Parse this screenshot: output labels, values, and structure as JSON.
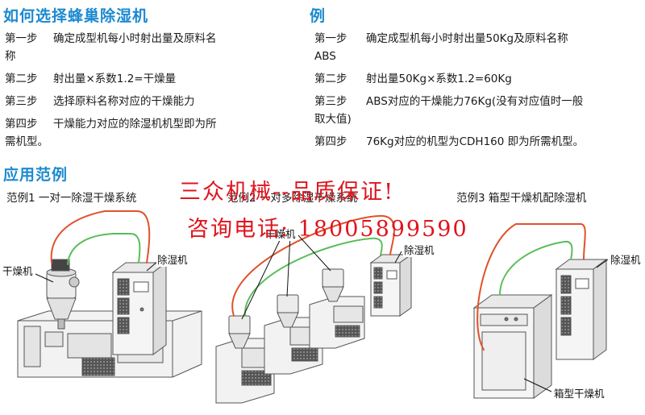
{
  "left": {
    "heading": "如何选择蜂巢除湿机",
    "steps": [
      {
        "label": "第一步",
        "line1": "确定成型机每小时射出量及原料名",
        "line2": "称"
      },
      {
        "label": "第二步",
        "line1": "射出量×系数1.2=干燥量"
      },
      {
        "label": "第三步",
        "line1": "选择原料名称对应的干燥能力"
      },
      {
        "label": "第四步",
        "line1": "干燥能力对应的除湿机机型即为所",
        "line2": "需机型。"
      }
    ]
  },
  "right": {
    "heading": "例",
    "steps": [
      {
        "label": "第一步",
        "line1": "确定成型机每小时射出量50Kg及原料名称",
        "line2": "ABS"
      },
      {
        "label": "第二步",
        "line1": "射出量50Kg×系数1.2=60Kg"
      },
      {
        "label": "第三步",
        "line1": "ABS对应的干燥能力76Kg(没有对应值时一般",
        "line2": "取大值)"
      },
      {
        "label": "第四步",
        "line1": "76Kg对应的机型为CDH160  即为所需机型。"
      }
    ]
  },
  "application": {
    "heading": "应用范例",
    "example1": "范例1  一对一除湿干燥系统",
    "example2": "范例2  一对多除湿干燥系统",
    "example3": "范例3  箱型干燥机配除湿机"
  },
  "promo": {
    "slogan": "三众机械--品质保证!",
    "phone": "咨询电话: 18005899590"
  },
  "callouts": {
    "dryer1": "干燥机",
    "dehumid1": "除湿机",
    "dryer2": "干燥机",
    "dehumid2": "除湿机",
    "dehumid3": "除湿机",
    "boxdryer": "箱型干燥机"
  },
  "colors": {
    "heading": "#1d8ad0",
    "promo": "#e0141e",
    "pipe_red": "#e0522a",
    "pipe_green": "#5bbd5a"
  }
}
